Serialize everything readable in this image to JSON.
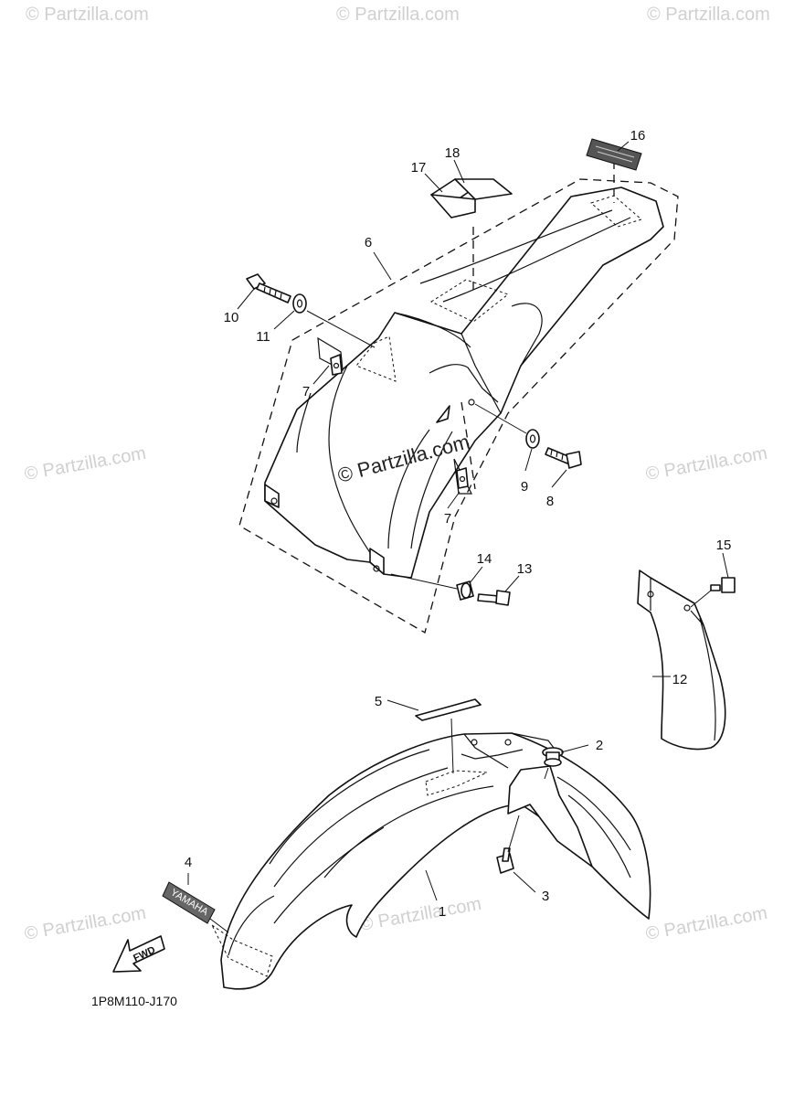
{
  "watermark": {
    "text": "© Partzilla.com",
    "center_text": "© Partzilla.com"
  },
  "drawing_code": "1P8M110-J170",
  "fwd_label": "FWD",
  "decal_text": "YAMAHA",
  "callouts": [
    "1",
    "2",
    "3",
    "4",
    "5",
    "6",
    "7",
    "7",
    "8",
    "9",
    "10",
    "11",
    "12",
    "13",
    "14",
    "15",
    "16",
    "17",
    "18"
  ]
}
